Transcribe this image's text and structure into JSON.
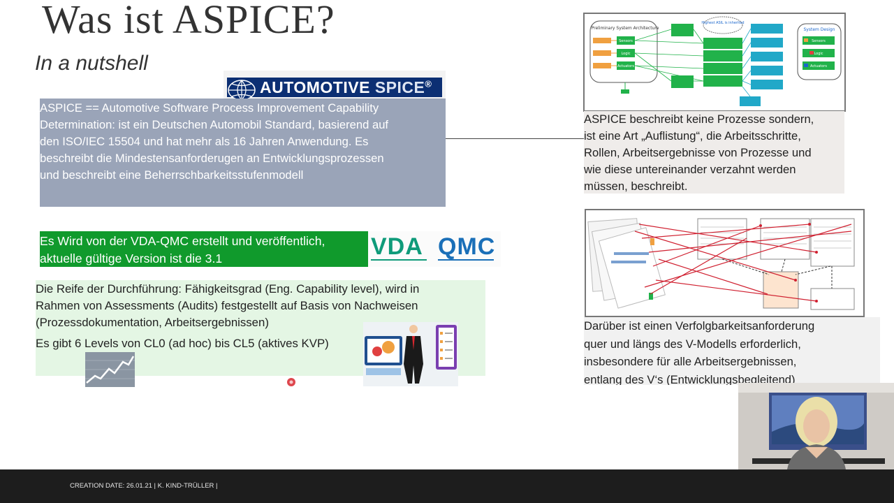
{
  "slide": {
    "title": "Was ist ASPICE?",
    "subtitle": "In a nutshell",
    "spice_logo": {
      "word1": "AUTOMOTIVE",
      "word2": "SPICE",
      "reg": "®"
    },
    "definition_lines": [
      "ASPICE == Automotive Software Process Improvement Capability",
      "Determination: ist ein Deutschen Automobil Standard, basierend auf",
      "den ISO/IEC 15504 und hat mehr als 16 Jahren Anwendung. Es",
      "beschreibt die Mindestensanforderugen an Entwicklungsprozessen",
      "und beschreibt eine Beherrschbarkeitsstufenmodell"
    ],
    "publisher_lines": [
      "Es Wird von der VDA-QMC erstellt und veröffentlich,",
      "aktuelle gültige Version ist die 3.1"
    ],
    "vda_logo": {
      "left": "VDA",
      "right": "QMC"
    },
    "maturity_lines": [
      "Die Reife der Durchführung: Fähigkeitsgrad (Eng. Capability level),  wird in",
      "Rahmen von Assessments (Audits) festgestellt auf Basis von Nachweisen",
      "(Prozessdokumentation, Arbeitsergebnissen)"
    ],
    "levels_line": "Es gibt 6 Levels von CL0 (ad hoc) bis CL5 (aktives KVP)",
    "right_top_lines": [
      "ASPICE beschreibt keine Prozesse sondern,",
      "ist eine Art „Auflistung“, die Arbeitsschritte,",
      "Rollen, Arbeitsergebnisse von Prozesse und",
      "wie diese untereinander verzahnt werden",
      "müssen, beschreibt."
    ],
    "right_mid_lines": [
      "Darüber ist einen Verfolgbarkeitsanforderung",
      "quer und längs des V-Modells erforderlich,",
      "insbesondere für alle Arbeitsergebnissen,",
      "entlang des V‘s (Entwicklungsbegleitend)"
    ],
    "diagram_top": {
      "left_title": "Preliminary System Architecture",
      "left_items": [
        "Sensors",
        "Logic",
        "Actuators"
      ],
      "cloud_text": "Highest ASIL is inherited",
      "right_title": "System Design",
      "right_items": [
        "Sensors",
        "Logic",
        "Actuators"
      ]
    },
    "footer": "CREATION DATE: 26.01.21 | K. KIND-TRÜLLER |"
  },
  "colors": {
    "gray_box": "#9aa4b8",
    "green_box": "#109a2c",
    "light_green": "#e4f6e4",
    "spice_blue": "#0c2f73",
    "vda_green": "#0f9b7a",
    "qmc_blue": "#1a6fb8",
    "cursor_red": "#d8262e",
    "footer_bg": "#1d1d1d"
  }
}
